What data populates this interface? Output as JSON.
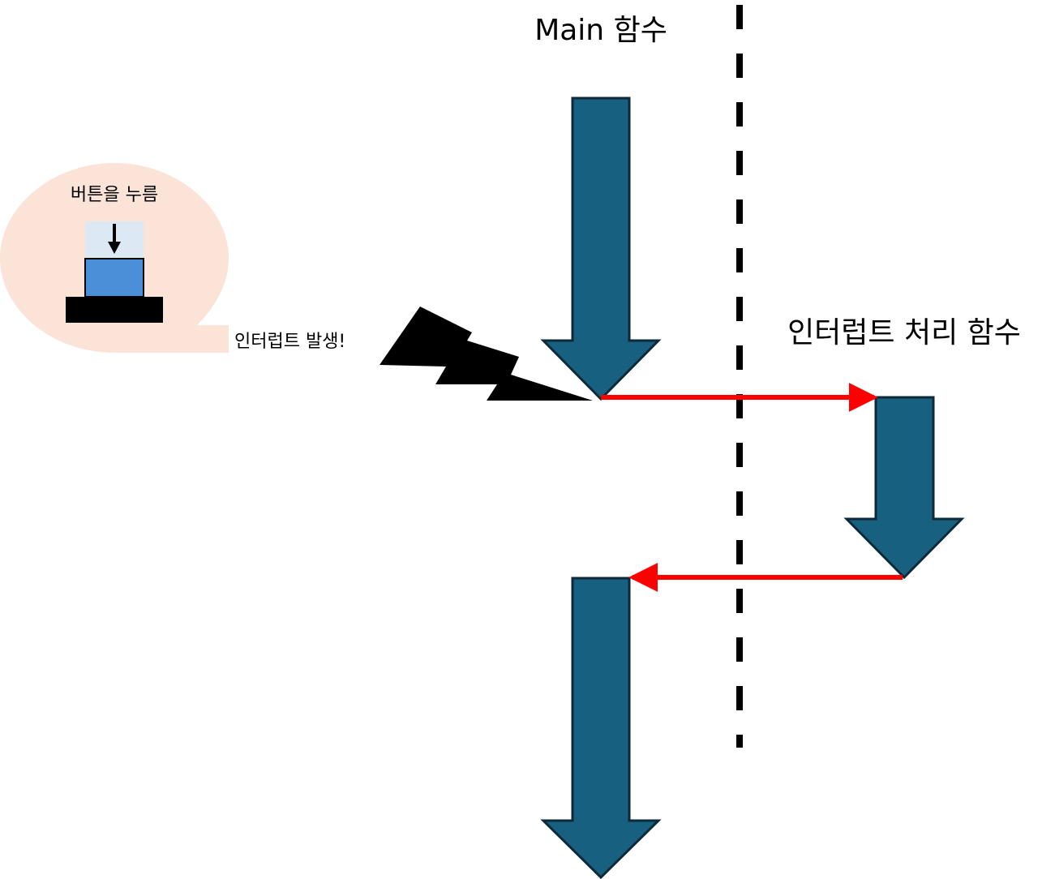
{
  "labels": {
    "main_function": "Main 함수",
    "interrupt_handler": "인터럽트 처리 함수",
    "button_press": "버튼을 누름",
    "interrupt_occurs": "인터럽트 발생!"
  },
  "colors": {
    "flow_arrow_fill": "#17607f",
    "flow_arrow_stroke": "#0d2a3a",
    "jump_arrow": "#ff0000",
    "divider": "#000000",
    "bubble_fill": "#fbe3d8",
    "button_fill": "#4a90d9",
    "button_press_zone": "#dce9f5",
    "button_base": "#000000",
    "lightning": "#000000"
  },
  "icons": {
    "press_indicator": "down-arrow-icon",
    "interrupt_signal": "lightning-bolt-icon",
    "push_button": "push-button-icon"
  }
}
